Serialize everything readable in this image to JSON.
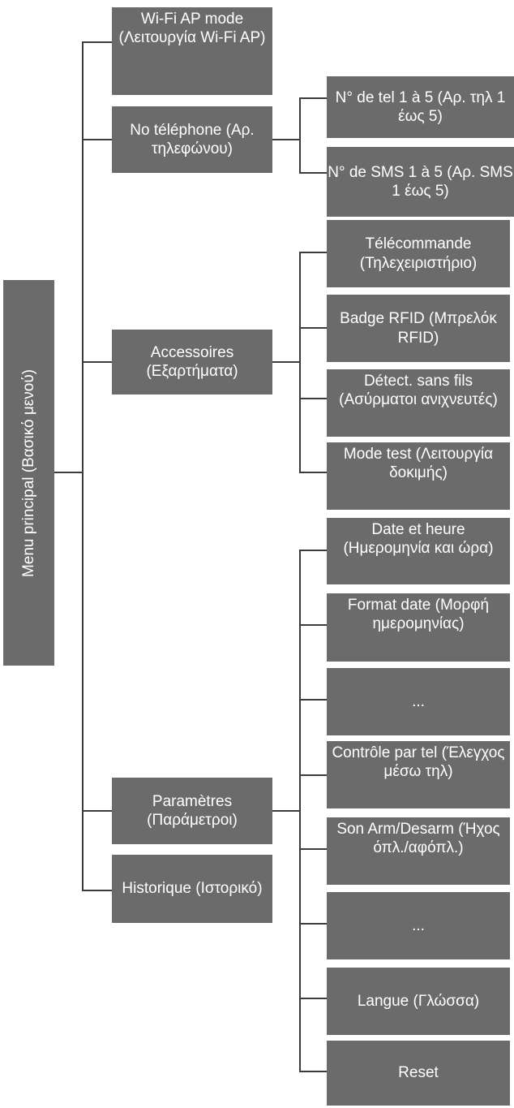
{
  "root": {
    "label": "Menu principal (Βασικό μενού)"
  },
  "level1": {
    "wifi": {
      "label": "Wi-Fi AP mode (Λειτουργία Wi-Fi AP)"
    },
    "telephone": {
      "label": "No téléphone (Αρ. τηλεφώνου)"
    },
    "accessoires": {
      "label": "Accessoires (Εξαρτήματα)"
    },
    "parametres": {
      "label": "Paramètres (Παράμετροι)"
    },
    "historique": {
      "label": "Historique (Ιστορικό)"
    }
  },
  "telephone_children": [
    {
      "label": "N° de tel 1 à 5 (Αρ. τηλ 1 έως 5)"
    },
    {
      "label": "N° de SMS 1 à 5 (Αρ. SMS 1 έως 5)"
    }
  ],
  "accessoires_children": [
    {
      "label": "Télécommande (Τηλεχειριστήριο)"
    },
    {
      "label": "Badge RFID (Μπρελόκ RFID)"
    },
    {
      "label": "Détect. sans fils (Ασύρματοι ανιχνευτές)"
    },
    {
      "label": "Mode test (Λειτουργία δοκιμής)"
    }
  ],
  "parametres_children": [
    {
      "label": "Date et heure (Ημερομηνία και ώρα)"
    },
    {
      "label": "Format date (Μορφή ημερομηνίας)"
    },
    {
      "label": "..."
    },
    {
      "label": "Contrôle par tel (Έλεγχος μέσω τηλ)"
    },
    {
      "label": "Son Arm/Desarm (Ήχος όπλ./αφόπλ.)"
    },
    {
      "label": "..."
    },
    {
      "label": "Langue (Γλώσσα)"
    },
    {
      "label": "Reset"
    }
  ],
  "colors": {
    "node_fill": "#6b6b6b",
    "node_text": "#ffffff",
    "connector": "#3c3c3c",
    "background": "#ffffff"
  }
}
